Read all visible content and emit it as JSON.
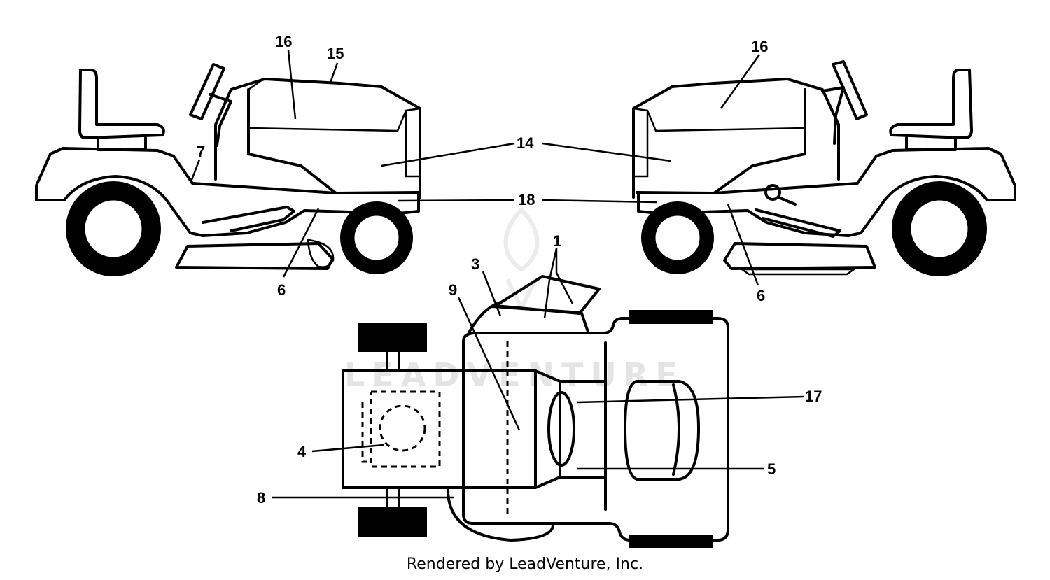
{
  "diagram": {
    "callouts": {
      "c1": "1",
      "c3": "3",
      "c4": "4",
      "c5": "5",
      "c6_left": "6",
      "c6_right": "6",
      "c7": "7",
      "c8": "8",
      "c9": "9",
      "c14": "14",
      "c15": "15",
      "c16_left": "16",
      "c16_right": "16",
      "c17": "17",
      "c18": "18"
    },
    "watermark": "LEADVENTURE"
  },
  "footer": {
    "credit": "Rendered by LeadVenture, Inc."
  }
}
